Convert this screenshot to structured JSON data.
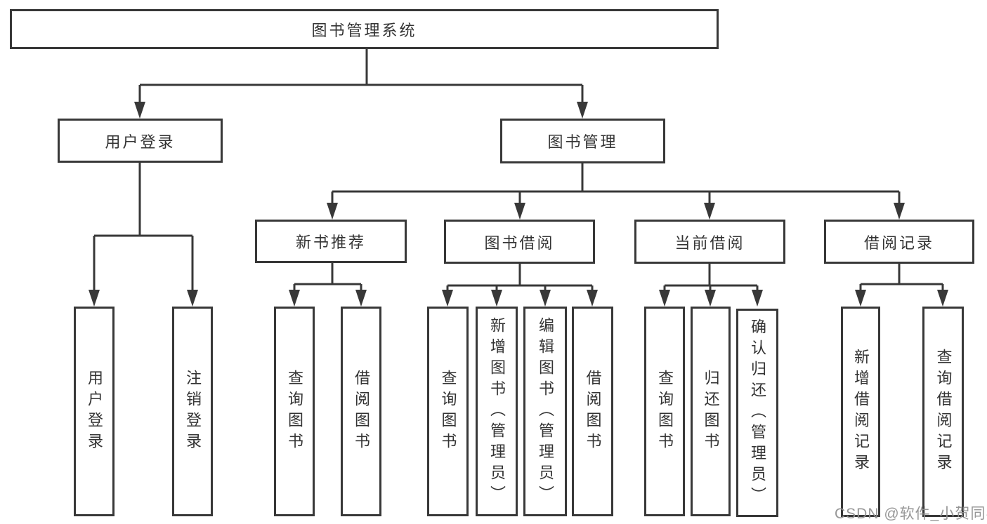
{
  "diagram": {
    "type": "tree-structure-chart",
    "title": "图书管理系统",
    "nodes": {
      "root": "图书管理系统",
      "user_login": "用户登录",
      "book_mgmt": "图书管理",
      "new_book_rec": "新书推荐",
      "book_borrow": "图书借阅",
      "current_borrow": "当前借阅",
      "borrow_record": "借阅记录",
      "leaf_user_login": "用户登录",
      "leaf_logout": "注销登录",
      "leaf_rec_query_book": "查询图书",
      "leaf_rec_borrow_book": "借阅图书",
      "leaf_bor_query_book": "查询图书",
      "leaf_bor_add_book": "新增图书（管理员）",
      "leaf_bor_edit_book": "编辑图书（管理员）",
      "leaf_bor_borrow_book": "借阅图书",
      "leaf_cur_query_book": "查询图书",
      "leaf_cur_return_book": "归还图书",
      "leaf_cur_confirm_return": "确认归还（管理员）",
      "leaf_log_add_record": "新增借阅记录",
      "leaf_log_query_record": "查询借阅记录"
    },
    "edges": [
      [
        "图书管理系统",
        "用户登录"
      ],
      [
        "图书管理系统",
        "图书管理"
      ],
      [
        "用户登录",
        "用户登录"
      ],
      [
        "用户登录",
        "注销登录"
      ],
      [
        "图书管理",
        "新书推荐"
      ],
      [
        "图书管理",
        "图书借阅"
      ],
      [
        "图书管理",
        "当前借阅"
      ],
      [
        "图书管理",
        "借阅记录"
      ],
      [
        "新书推荐",
        "查询图书"
      ],
      [
        "新书推荐",
        "借阅图书"
      ],
      [
        "图书借阅",
        "查询图书"
      ],
      [
        "图书借阅",
        "新增图书（管理员）"
      ],
      [
        "图书借阅",
        "编辑图书（管理员）"
      ],
      [
        "图书借阅",
        "借阅图书"
      ],
      [
        "当前借阅",
        "查询图书"
      ],
      [
        "当前借阅",
        "归还图书"
      ],
      [
        "当前借阅",
        "确认归还（管理员）"
      ],
      [
        "借阅记录",
        "新增借阅记录"
      ],
      [
        "借阅记录",
        "查询借阅记录"
      ]
    ],
    "colors": {
      "line": "#383838",
      "text": "#333333",
      "background": "#ffffff",
      "watermark": "#919191"
    }
  },
  "watermark": {
    "text": "CSDN @软件_小贺同学"
  }
}
